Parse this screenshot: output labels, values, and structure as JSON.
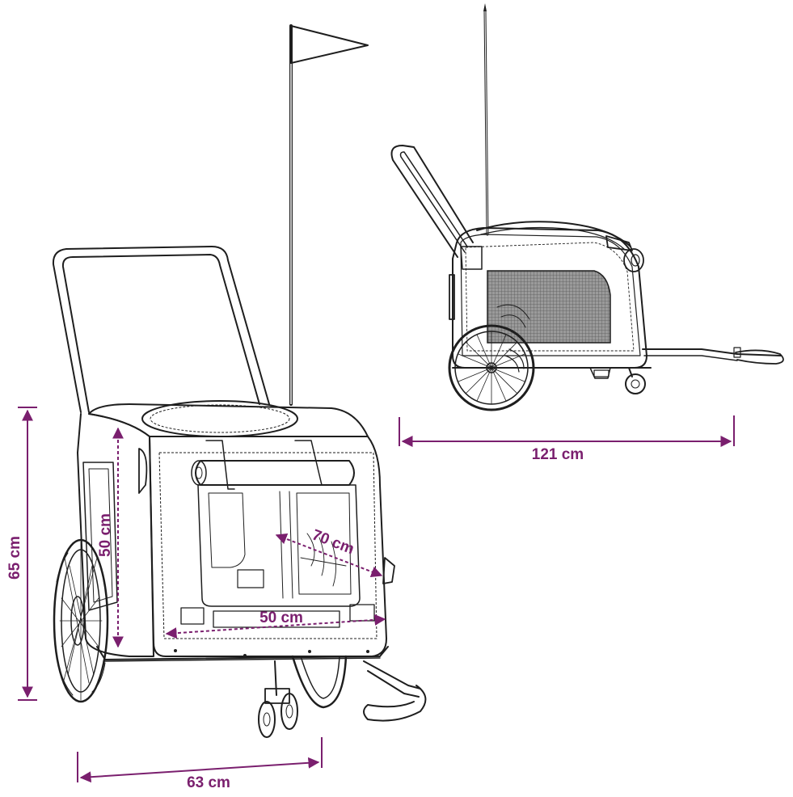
{
  "colors": {
    "dimension": "#7a1f6e",
    "outline": "#1e1e1e",
    "mesh": "#6d6d6d",
    "background": "#ffffff"
  },
  "dimensions": {
    "overall_height": "65 cm",
    "cabin_height": "50 cm",
    "cabin_depth": "70 cm",
    "cabin_width": "50 cm",
    "overall_width": "63 cm",
    "overall_length": "121 cm"
  },
  "views": {
    "front": {
      "icon": "pet-bike-trailer-front-icon"
    },
    "side": {
      "icon": "pet-bike-trailer-side-icon"
    }
  }
}
